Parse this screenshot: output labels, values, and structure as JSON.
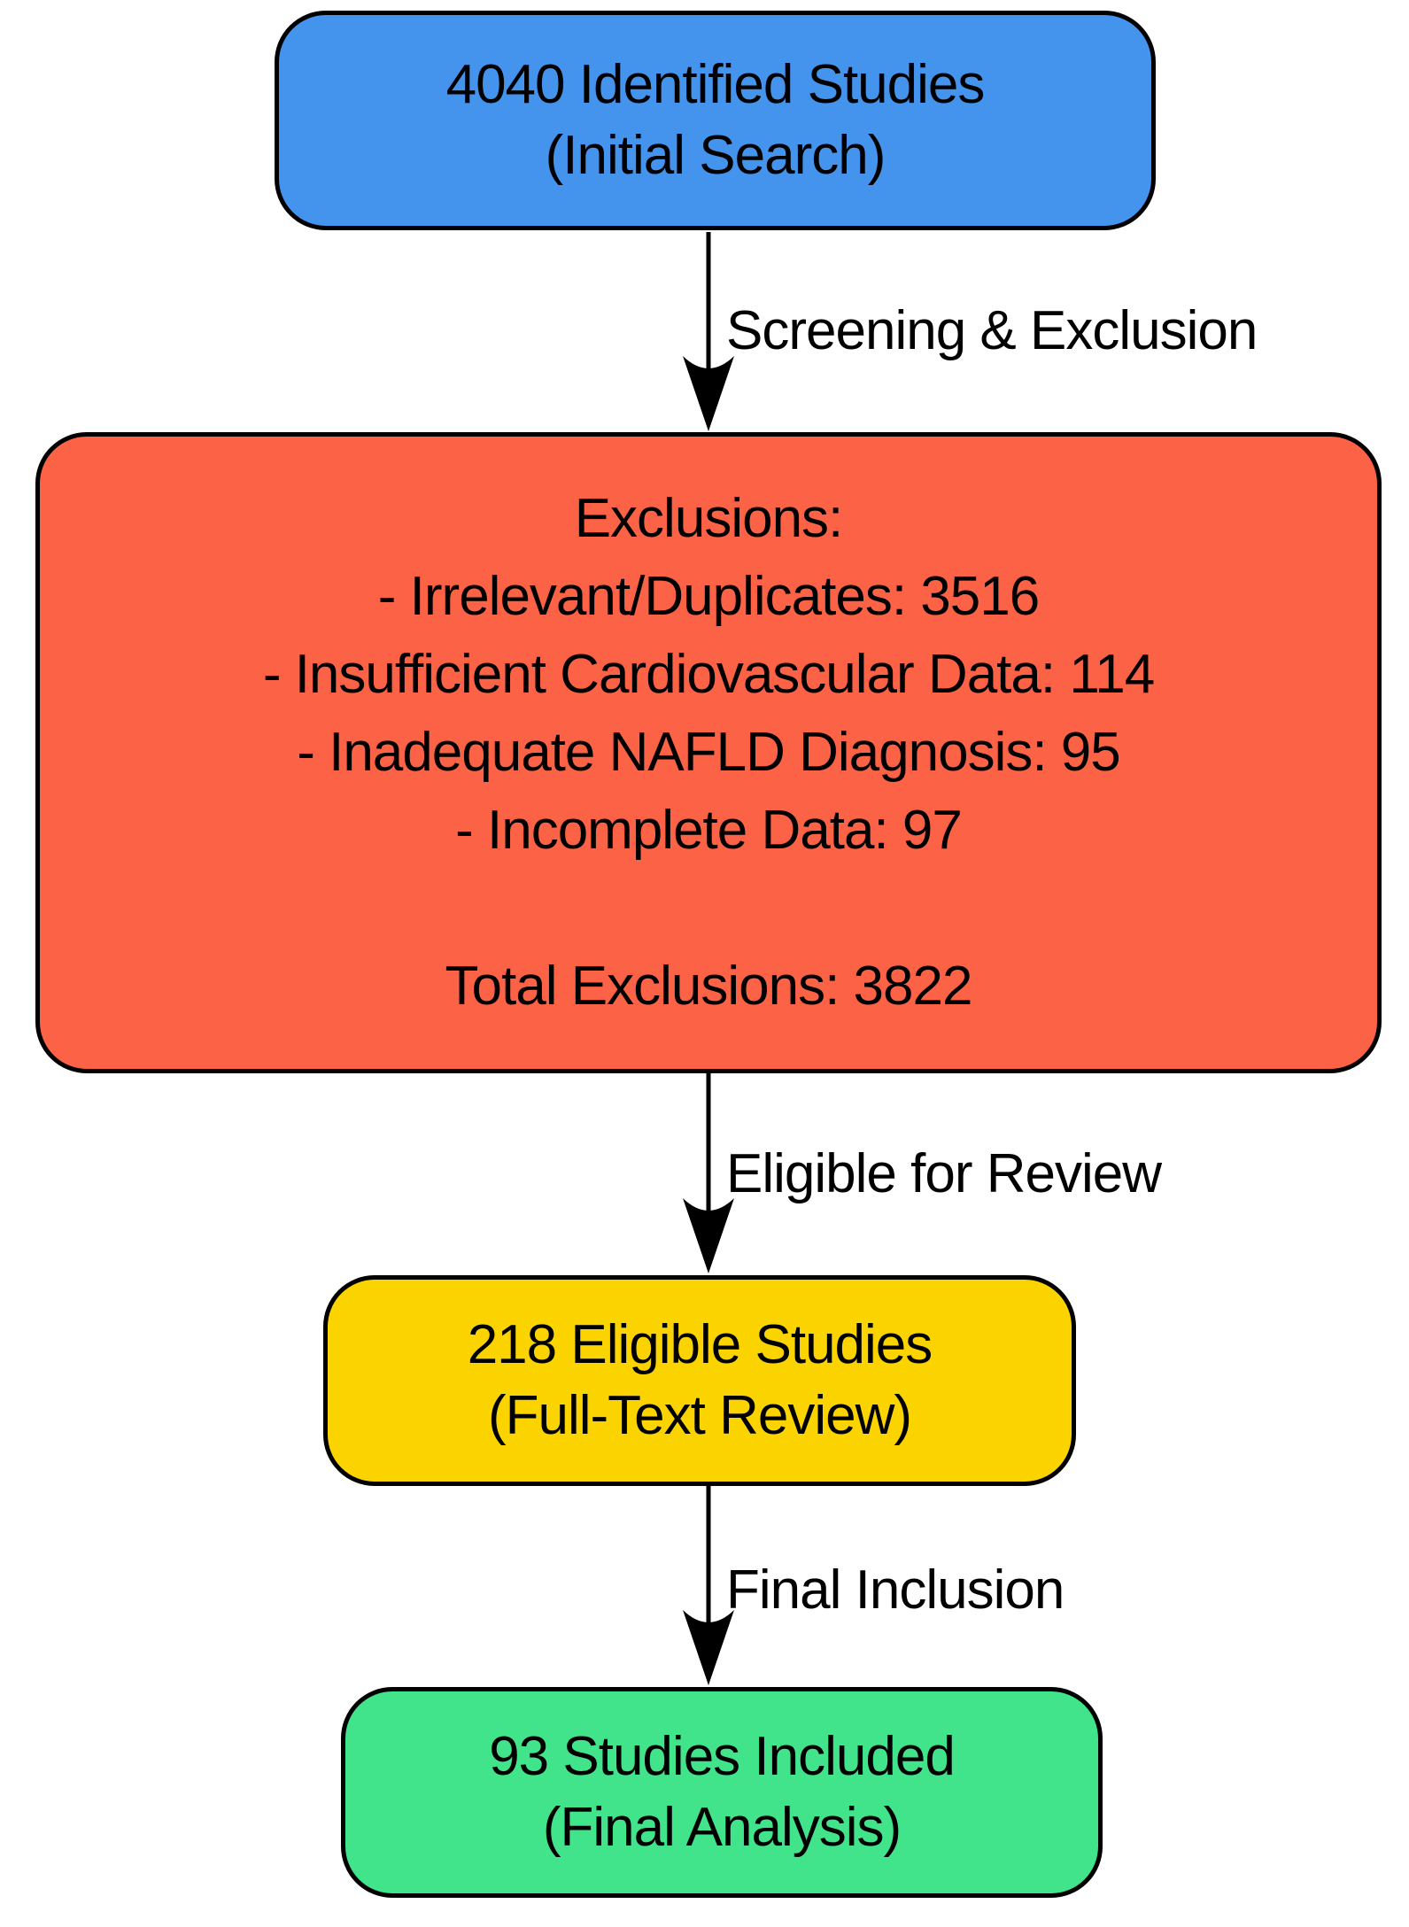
{
  "diagram": {
    "type": "flowchart",
    "nodes": [
      {
        "id": "identified",
        "lines": [
          "4040 Identified Studies",
          "(Initial Search)"
        ],
        "fill": "#4493EC"
      },
      {
        "id": "exclusions",
        "lines": [
          "Exclusions:",
          "- Irrelevant/Duplicates: 3516",
          "- Insufficient Cardiovascular Data: 114",
          "- Inadequate NAFLD Diagnosis: 95",
          "- Incomplete Data: 97",
          "",
          "Total Exclusions: 3822"
        ],
        "fill": "#FC6246"
      },
      {
        "id": "eligible",
        "lines": [
          "218 Eligible Studies",
          "(Full-Text Review)"
        ],
        "fill": "#FBD400"
      },
      {
        "id": "included",
        "lines": [
          "93 Studies Included",
          "(Final Analysis)"
        ],
        "fill": "#41E38B"
      }
    ],
    "edges": [
      {
        "from": "identified",
        "to": "exclusions",
        "label": "Screening & Exclusion"
      },
      {
        "from": "exclusions",
        "to": "eligible",
        "label": "Eligible for Review"
      },
      {
        "from": "eligible",
        "to": "included",
        "label": "Final Inclusion"
      }
    ],
    "colors": {
      "border": "#000000",
      "arrow": "#000000",
      "text": "#000000",
      "background": "#FFFFFF"
    }
  }
}
